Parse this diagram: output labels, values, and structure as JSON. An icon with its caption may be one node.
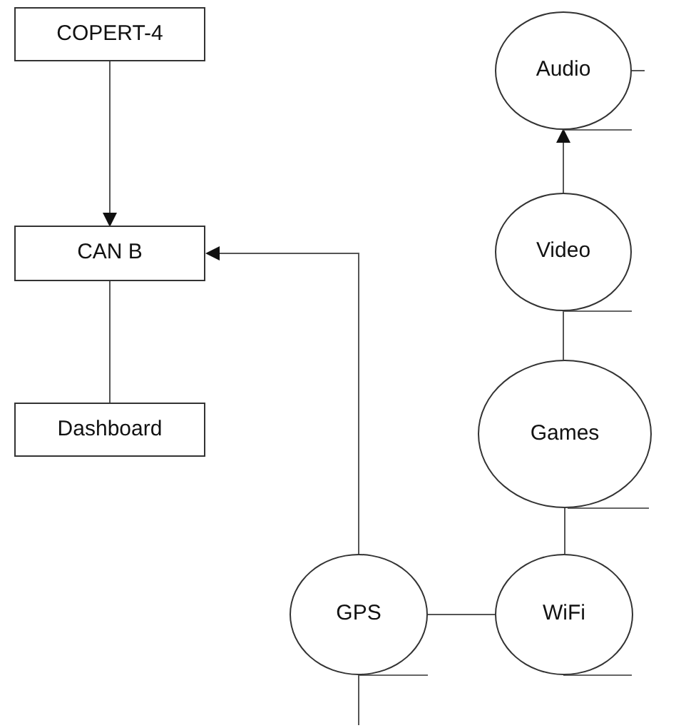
{
  "diagram": {
    "nodes": [
      {
        "text": [
          "COPERT-4"
        ]
      },
      {
        "text": [
          "CAN B"
        ]
      },
      {
        "text": [
          "Dashboard"
        ]
      },
      {
        "text": [
          "Audio"
        ]
      },
      {
        "text": [
          "Video"
        ]
      },
      {
        "text": [
          "Games"
        ]
      },
      {
        "text": [
          "GPS"
        ]
      },
      {
        "text": [
          "WiFi"
        ]
      }
    ],
    "edges": [
      {
        "from": 0,
        "to": 1,
        "arrow": "to"
      },
      {
        "from": 1,
        "to": 2,
        "arrow": "none"
      },
      {
        "from": 4,
        "to": 3,
        "arrow": "to"
      },
      {
        "from": 5,
        "to": 4,
        "arrow": "none"
      },
      {
        "from": 7,
        "to": 5,
        "arrow": "none"
      },
      {
        "from": 6,
        "to": 7,
        "arrow": "none"
      },
      {
        "from": 6,
        "to": 1,
        "arrow": "to"
      },
      {
        "from": 3,
        "to": null,
        "arrow": "none"
      },
      {
        "from": 6,
        "to": null,
        "arrow": "none"
      }
    ]
  }
}
